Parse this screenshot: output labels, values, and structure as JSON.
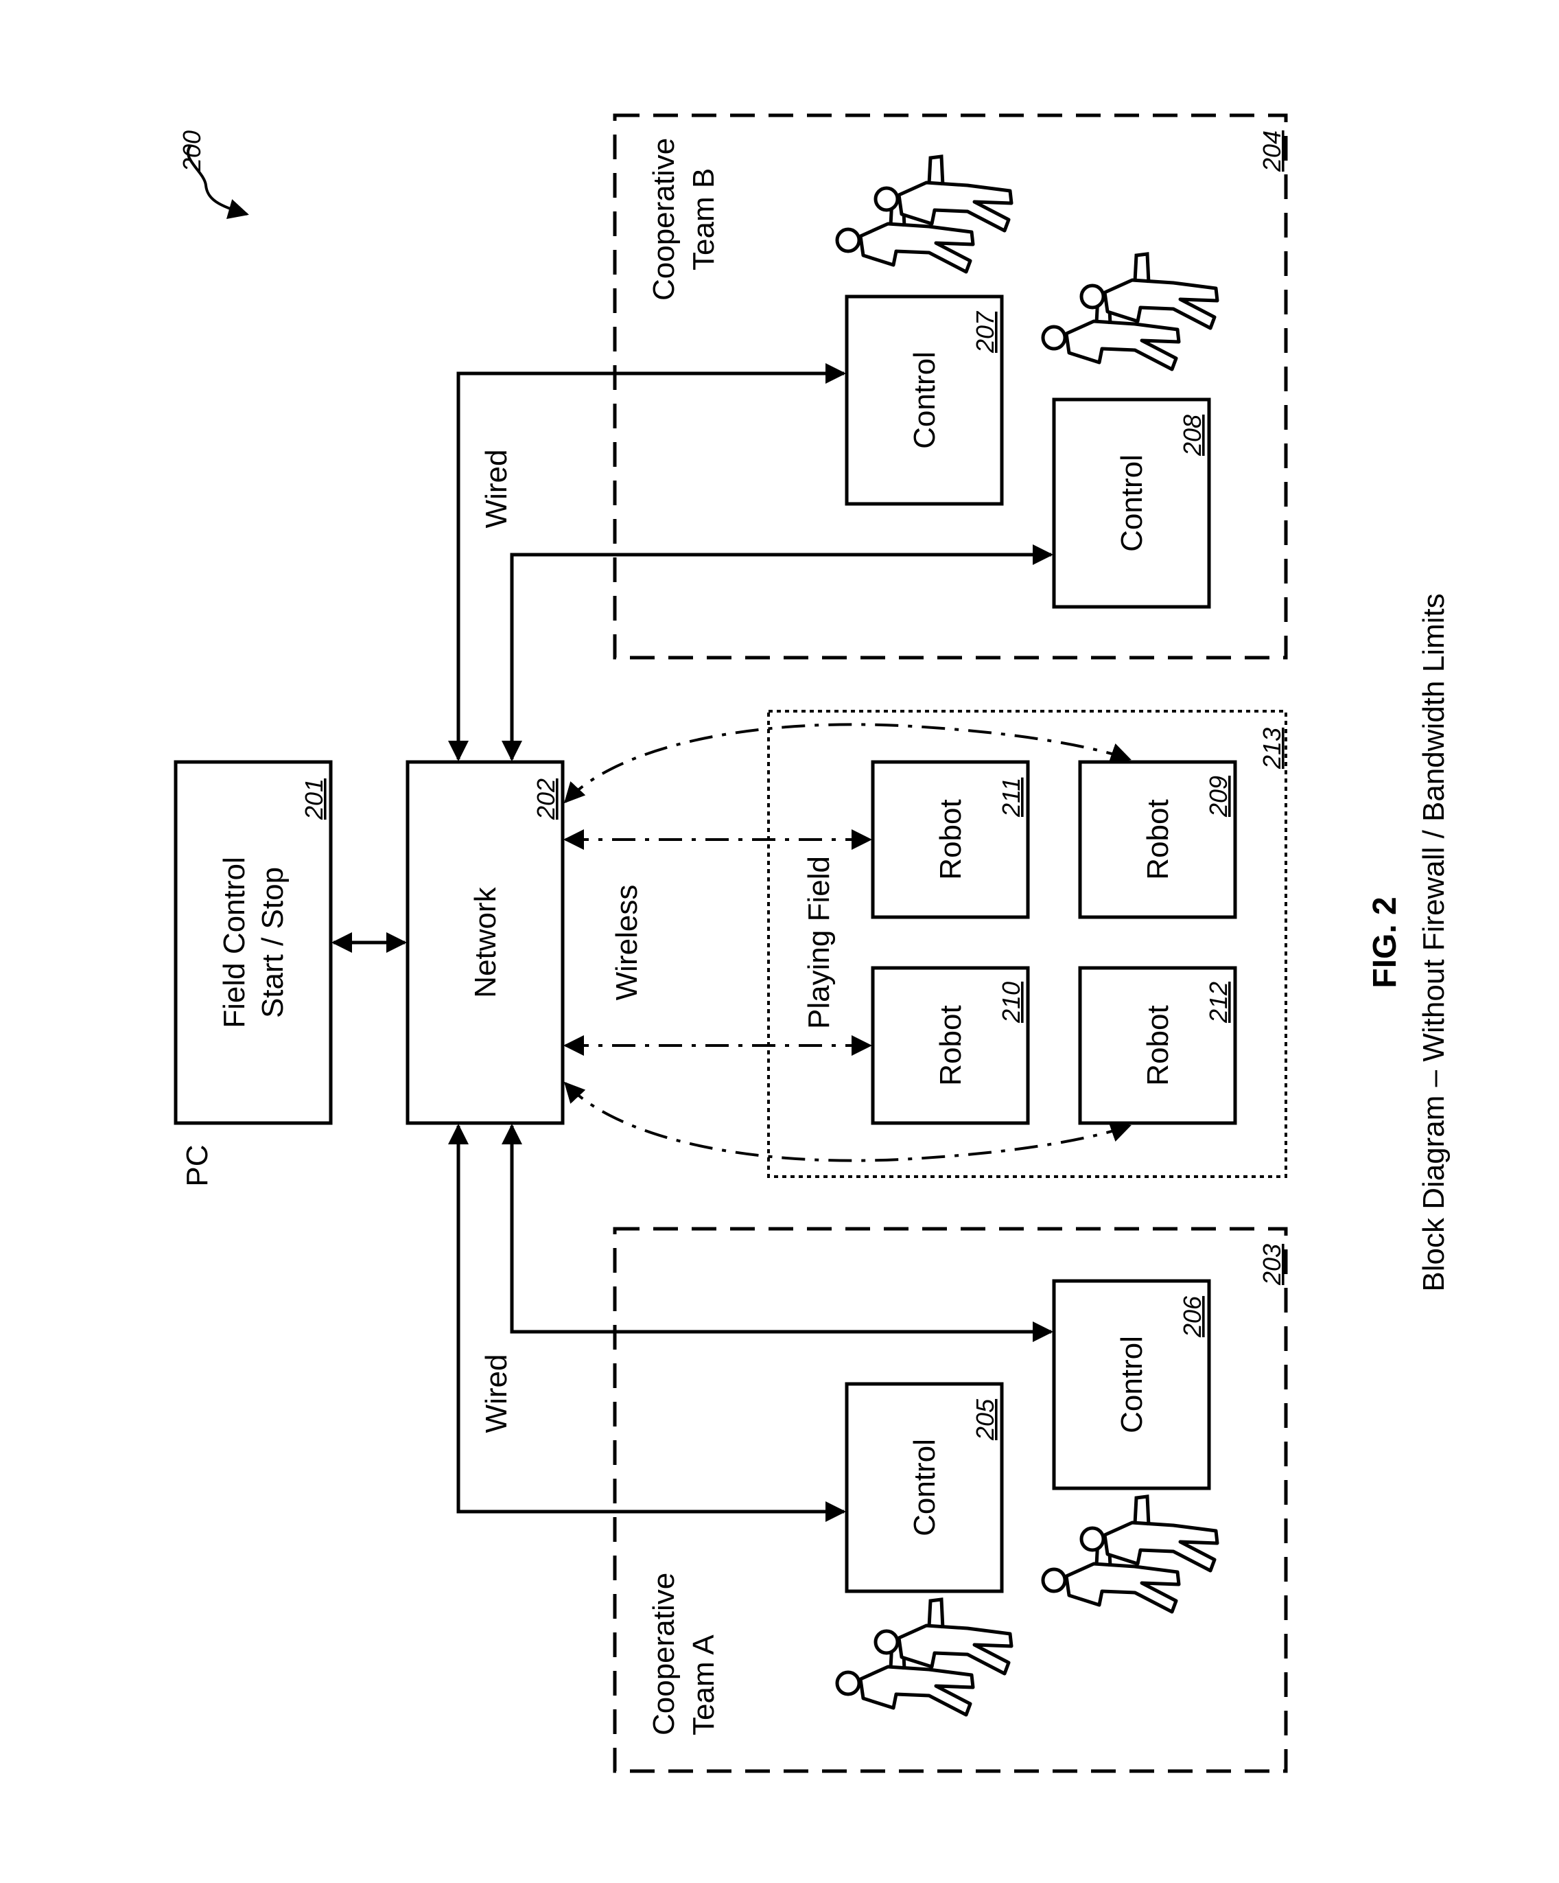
{
  "figure": {
    "ref": "200",
    "fig_label": "FIG. 2",
    "caption": "Block Diagram – Without Firewall / Bandwidth Limits"
  },
  "pc": {
    "label": "PC"
  },
  "field_control": {
    "line1": "Field Control",
    "line2": "Start / Stop",
    "ref": "201"
  },
  "network": {
    "label": "Network",
    "ref": "202"
  },
  "team_a": {
    "line1": "Cooperative",
    "line2": "Team A",
    "ref": "203"
  },
  "team_b": {
    "line1": "Cooperative",
    "line2": "Team B",
    "ref": "204"
  },
  "controls": [
    {
      "label": "Control",
      "ref": "205"
    },
    {
      "label": "Control",
      "ref": "206"
    },
    {
      "label": "Control",
      "ref": "207"
    },
    {
      "label": "Control",
      "ref": "208"
    }
  ],
  "robots": [
    {
      "label": "Robot",
      "ref": "209"
    },
    {
      "label": "Robot",
      "ref": "210"
    },
    {
      "label": "Robot",
      "ref": "211"
    },
    {
      "label": "Robot",
      "ref": "212"
    }
  ],
  "playing_field": {
    "label": "Playing Field",
    "ref": "213"
  },
  "links": {
    "wired_a": "Wired",
    "wired_b": "Wired",
    "wireless": "Wireless"
  }
}
